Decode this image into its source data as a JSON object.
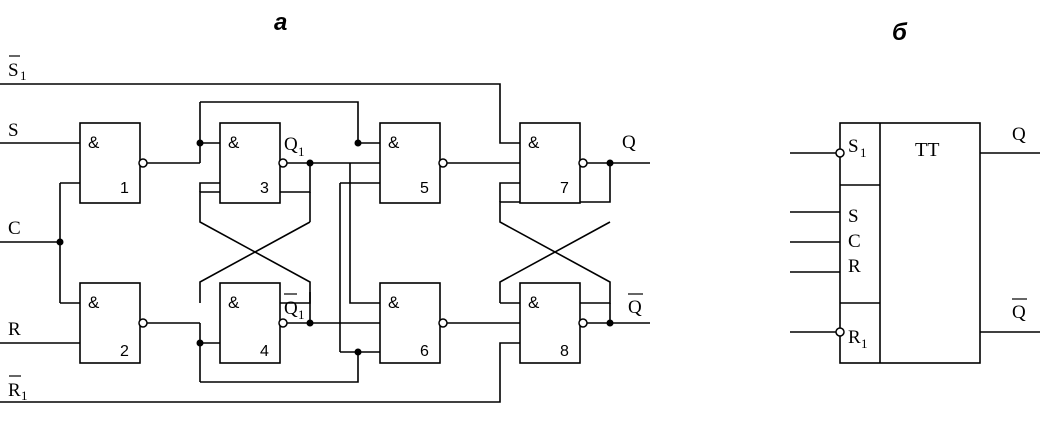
{
  "diagram_a": {
    "title": "a",
    "inputs": {
      "s1_bar": {
        "letter": "S",
        "sub": "1"
      },
      "s": "S",
      "c": "C",
      "r": "R",
      "r1_bar": {
        "letter": "R",
        "sub": "1"
      }
    },
    "gates": [
      {
        "id": "1",
        "symbol": "&"
      },
      {
        "id": "2",
        "symbol": "&"
      },
      {
        "id": "3",
        "symbol": "&"
      },
      {
        "id": "4",
        "symbol": "&"
      },
      {
        "id": "5",
        "symbol": "&"
      },
      {
        "id": "6",
        "symbol": "&"
      },
      {
        "id": "7",
        "symbol": "&"
      },
      {
        "id": "8",
        "symbol": "&"
      }
    ],
    "internal": {
      "q1": {
        "letter": "Q",
        "sub": "1"
      },
      "q1_bar": {
        "letter": "Q",
        "sub": "1"
      }
    },
    "outputs": {
      "q": "Q",
      "q_bar": "Q"
    }
  },
  "diagram_b": {
    "title": "б",
    "block_label": "TT",
    "inputs": {
      "s1": {
        "letter": "S",
        "sub": "1"
      },
      "s": "S",
      "c": "C",
      "r": "R",
      "r1": {
        "letter": "R",
        "sub": "1"
      }
    },
    "outputs": {
      "q": "Q",
      "q_bar": "Q"
    }
  }
}
